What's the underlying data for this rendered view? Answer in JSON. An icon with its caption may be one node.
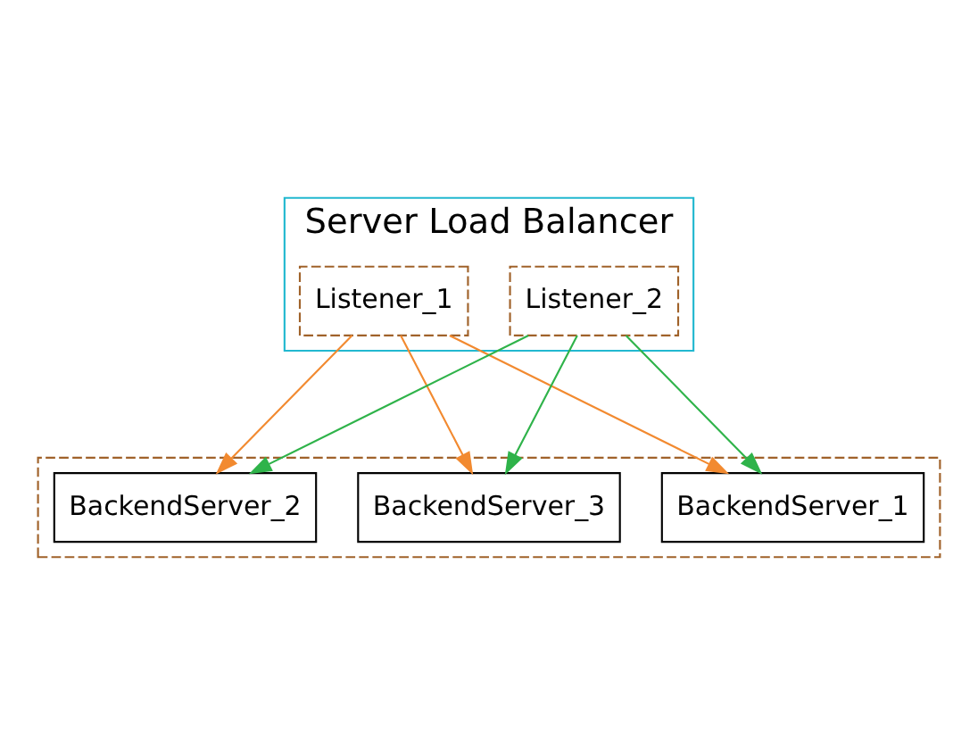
{
  "diagram": {
    "nodes": [
      {
        "text": [
          "Server Load Balancer"
        ]
      },
      {
        "text": [
          "Listener_1"
        ],
        "in": 0
      },
      {
        "text": [
          "Listener_2"
        ],
        "in": 0
      },
      {
        "text": [],
        "shape": "box"
      },
      {
        "text": [
          "BackendServer_1"
        ],
        "in": 3
      },
      {
        "text": [
          "BackendServer_2"
        ],
        "in": 3
      },
      {
        "text": [
          "BackendServer_3"
        ],
        "in": 3
      }
    ],
    "edges": [
      {
        "from": 1,
        "to": 4,
        "arrow": "to",
        "color": "#f28a30"
      },
      {
        "from": 1,
        "to": 5,
        "arrow": "to",
        "color": "#f28a30"
      },
      {
        "from": 1,
        "to": 6,
        "arrow": "to",
        "color": "#f28a30"
      },
      {
        "from": 2,
        "to": 4,
        "arrow": "to",
        "color": "#2fb34a"
      },
      {
        "from": 2,
        "to": 5,
        "arrow": "to",
        "color": "#2fb34a"
      },
      {
        "from": 2,
        "to": 6,
        "arrow": "to",
        "color": "#2fb34a"
      }
    ]
  }
}
